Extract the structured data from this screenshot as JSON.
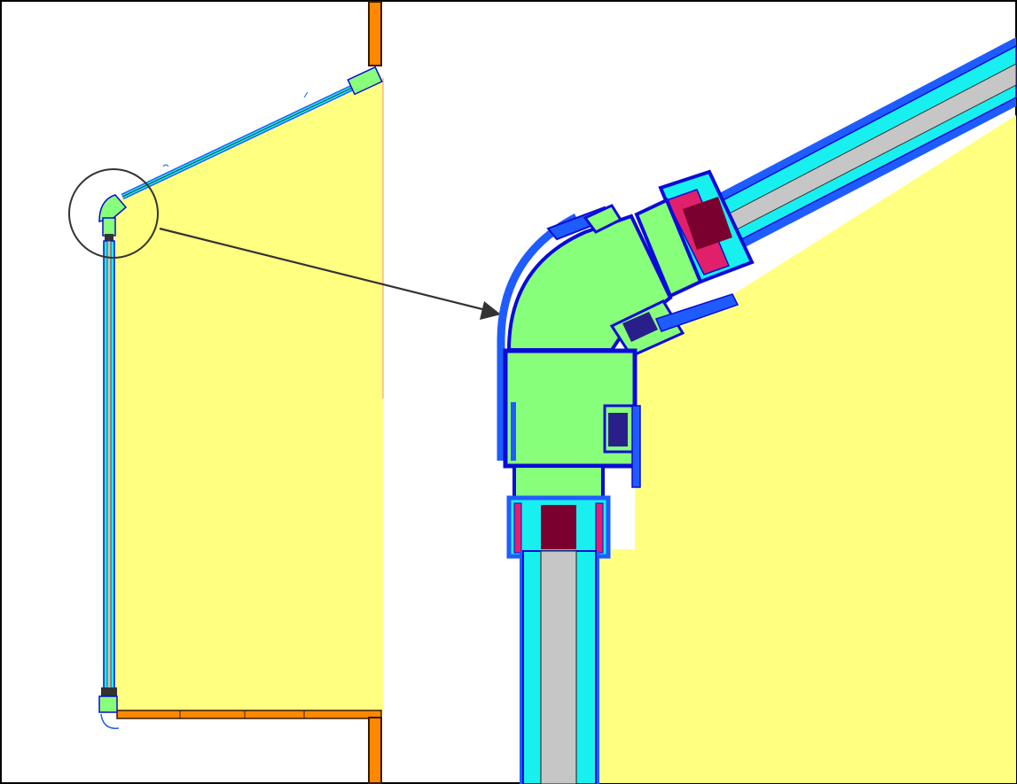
{
  "colors": {
    "background": "#ffffff",
    "frame_border": "#000000",
    "section_fill": "#ffff80",
    "profile_fill": "#88ff7a",
    "profile_outline": "#0b0bd6",
    "outer_cover": "#1f5cff",
    "glass_edge": "#18f0f0",
    "glass_core": "#c6c6c6",
    "spacer": "#e0206a",
    "spacer_block": "#7a0030",
    "gasket": "#2a1f8a",
    "wall_orange": "#ff8800",
    "wall_dark": "#3a1a00",
    "leader_line": "#333333",
    "divider_red": "#ff6a6a",
    "callout_circle": "#333333"
  },
  "diagram": {
    "views": [
      {
        "name": "overview",
        "description_visible": false
      },
      {
        "name": "detail",
        "description_visible": false
      }
    ],
    "connector": {
      "from": "overview-detail-circle",
      "to": "detail-view",
      "head": "arrow"
    }
  }
}
